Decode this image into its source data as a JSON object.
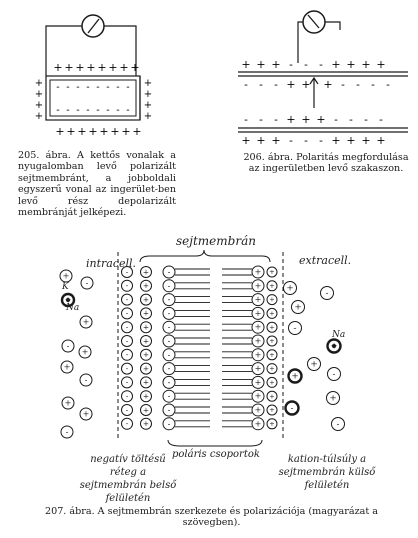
{
  "figure205": {
    "caption": "205. ábra. A kettős vonalak a nyugalomban levő polarizált sejtmembránt, a jobboldali egyszerű vonal az ingerület-ben levő rész depolarizált membránját jelképezi.",
    "top_signs": [
      "+",
      "+",
      "+",
      "+",
      "+",
      "+",
      "+",
      "+"
    ],
    "bottom_signs": [
      "+",
      "+",
      "+",
      "+",
      "+",
      "+",
      "+",
      "+"
    ],
    "left_signs": [
      "+",
      "+",
      "+",
      "+"
    ],
    "right_signs": [
      "+",
      "+",
      "+",
      "+"
    ],
    "inner_top": [
      "-",
      "-",
      "-",
      "-",
      "-",
      "-",
      "-",
      "-"
    ],
    "inner_bottom": [
      "-",
      "-",
      "-",
      "-",
      "-",
      "-",
      "-",
      "-"
    ]
  },
  "figure206": {
    "caption": "206. ábra. Polaritás megfordulása az ingerületben levő szakaszon.",
    "upper_top_signs": [
      "+",
      "+",
      "+",
      "-",
      "-",
      "-",
      "+",
      "+",
      "+",
      "+"
    ],
    "upper_bottom_signs": [
      "-",
      "-",
      "-",
      "+",
      "+",
      "+",
      "-",
      "-",
      "-",
      "-"
    ],
    "lower_top_signs": [
      "-",
      "-",
      "-",
      "+",
      "+",
      "+",
      "-",
      "-",
      "-",
      "-"
    ],
    "lower_bottom_signs": [
      "+",
      "+",
      "+",
      "-",
      "-",
      "-",
      "+",
      "+",
      "+",
      "+"
    ]
  },
  "figure207": {
    "caption": "207. ábra. A sejtmembrán szerkezete és polarizációja (magyarázat a szövegben).",
    "label_membrane": "sejtmembrán",
    "label_intracell": "intracell.",
    "label_extracell": "extracell.",
    "label_k": "K",
    "label_na_left": "Na",
    "label_na_right": "Na",
    "label_polar": "poláris csoportok",
    "label_negative": "negatív töltésű réteg a sejtmembrán belső felületén",
    "label_cation": "kation-túlsúly a sejtmembrán külső felületén",
    "left_ions": [
      "+",
      "-",
      "+",
      "+",
      "-",
      "+",
      "+",
      "-",
      "+",
      "+",
      "-"
    ],
    "minus_col": [
      "-",
      "-",
      "-",
      "-",
      "-",
      "-",
      "-",
      "-",
      "-",
      "-",
      "-",
      "-"
    ],
    "plus_col": [
      "+",
      "+",
      "+",
      "+",
      "+",
      "+",
      "+",
      "+",
      "+",
      "+",
      "+",
      "+"
    ],
    "head_left": [
      "-",
      "-",
      "-",
      "-",
      "-",
      "-",
      "-",
      "-",
      "-",
      "-",
      "-",
      "-"
    ],
    "head_right": [
      "+",
      "+",
      "+",
      "+",
      "+",
      "+",
      "+",
      "+",
      "+",
      "+",
      "+",
      "+"
    ],
    "out_plus": [
      "+",
      "+",
      "+",
      "+",
      "+",
      "+",
      "+",
      "+",
      "+",
      "+",
      "+",
      "+"
    ],
    "right_ions": [
      "+",
      "-",
      "+",
      "+",
      "-",
      "+",
      "+",
      "-",
      "-",
      "+",
      "-"
    ]
  }
}
